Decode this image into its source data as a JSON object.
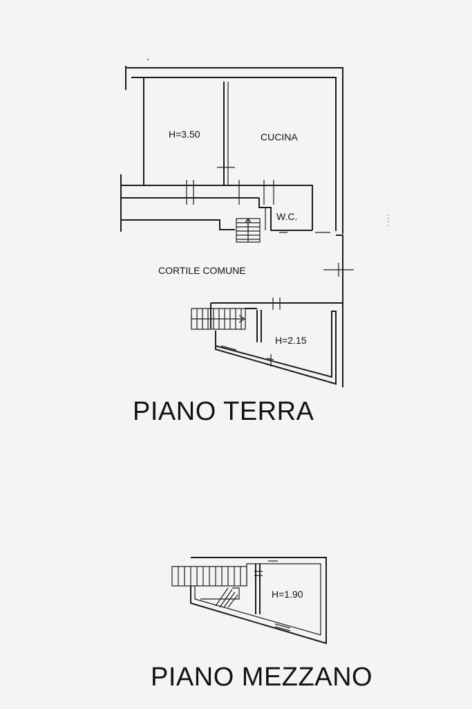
{
  "ground_floor": {
    "title": "PIANO TERRA",
    "rooms": {
      "height_room": "H=3.50",
      "kitchen": "CUCINA",
      "wc": "W.C.",
      "courtyard": "CORTILE COMUNE",
      "storage": "H=2.15"
    }
  },
  "mezzanine_floor": {
    "title": "PIANO MEZZANO",
    "rooms": {
      "room": "H=1.90"
    }
  }
}
